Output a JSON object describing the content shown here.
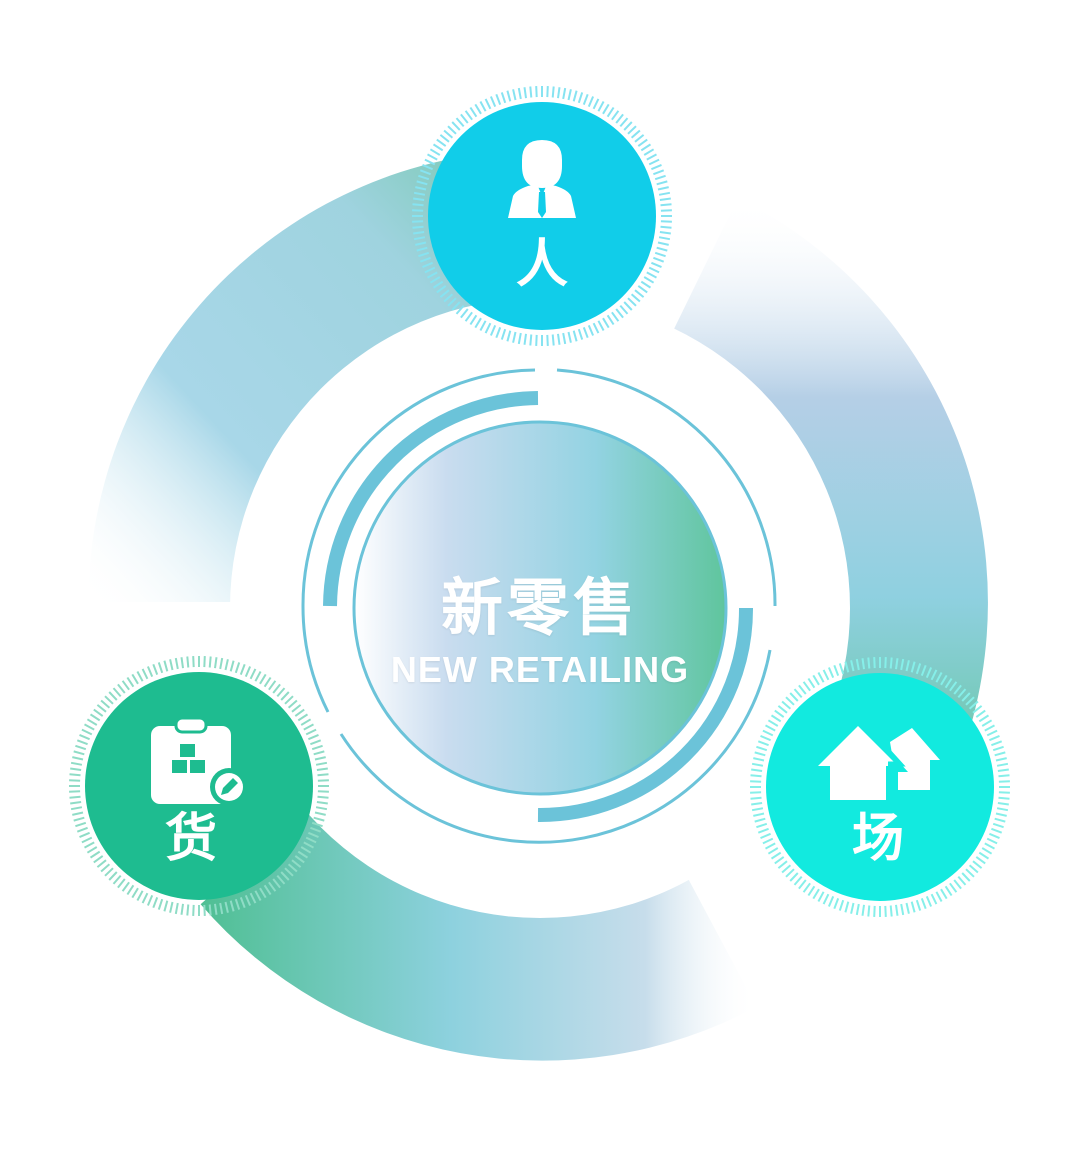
{
  "center": {
    "title": "新零售",
    "subtitle": "NEW RETAILING"
  },
  "nodes": [
    {
      "id": "people",
      "label": "人",
      "icon": "businessman-icon",
      "color": "#11cde9"
    },
    {
      "id": "goods",
      "label": "货",
      "icon": "clipboard-boxes-icon",
      "color": "#1ebc90"
    },
    {
      "id": "place",
      "label": "场",
      "icon": "houses-icon",
      "color": "#12eadf"
    }
  ],
  "colors": {
    "ring_blue": "#9fd2e6",
    "ring_teal": "#5fc6a8",
    "inner_arc": "#6bc3d9",
    "center_green": "#63c6a0"
  }
}
